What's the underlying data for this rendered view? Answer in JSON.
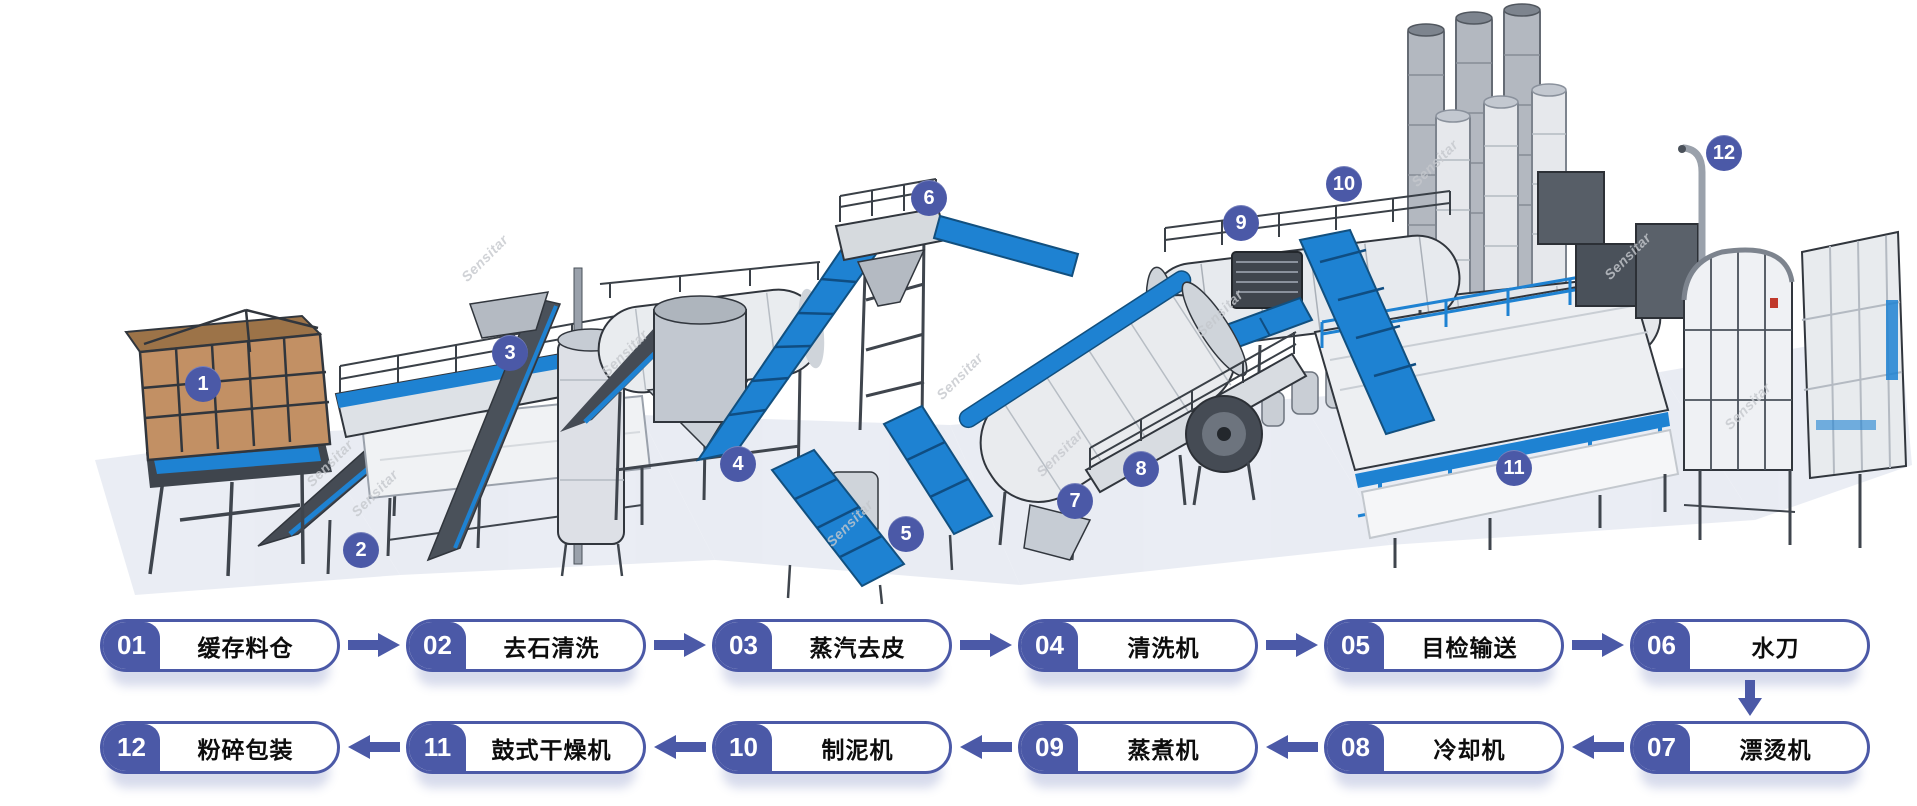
{
  "watermark_text": "Sensitar",
  "colors": {
    "accent_indigo": "#4B59A7",
    "conveyor_blue": "#1E82D2",
    "label_text": "#0D0D0D",
    "number_text": "#FFFFFF"
  },
  "machinery": {
    "badges": [
      "1",
      "2",
      "3",
      "4",
      "5",
      "6",
      "7",
      "8",
      "9",
      "10",
      "11",
      "12"
    ]
  },
  "flow": {
    "row1": [
      {
        "num": "01",
        "label": "缓存料仓"
      },
      {
        "num": "02",
        "label": "去石清洗"
      },
      {
        "num": "03",
        "label": "蒸汽去皮"
      },
      {
        "num": "04",
        "label": "清洗机"
      },
      {
        "num": "05",
        "label": "目检输送"
      },
      {
        "num": "06",
        "label": "水刀"
      }
    ],
    "row2": [
      {
        "num": "12",
        "label": "粉碎包装"
      },
      {
        "num": "11",
        "label": "鼓式干燥机"
      },
      {
        "num": "10",
        "label": "制泥机"
      },
      {
        "num": "09",
        "label": "蒸煮机"
      },
      {
        "num": "08",
        "label": "冷却机"
      },
      {
        "num": "07",
        "label": "漂烫机"
      }
    ]
  }
}
